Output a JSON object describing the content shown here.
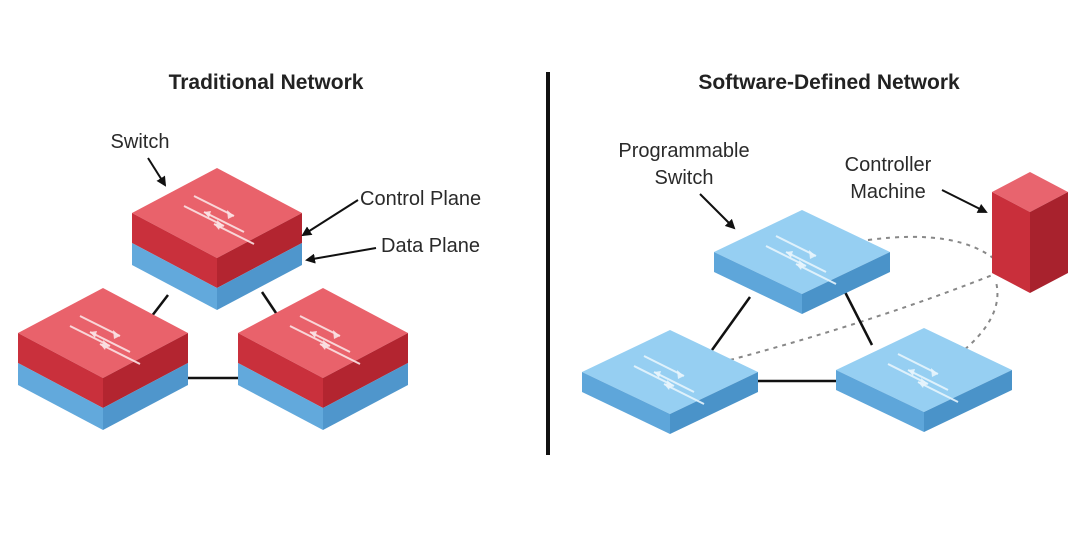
{
  "left_panel": {
    "title": "Traditional Network",
    "labels": {
      "switch": "Switch",
      "control_plane": "Control Plane",
      "data_plane": "Data Plane"
    }
  },
  "right_panel": {
    "title": "Software-Defined Network",
    "labels": {
      "programmable_line1": "Programmable",
      "programmable_line2": "Switch",
      "controller_line1": "Controller",
      "controller_line2": "Machine"
    }
  },
  "colors": {
    "control_plane_red": "#d23a45",
    "data_plane_blue": "#6fb4e3",
    "sdn_switch_blue": "#7cc0ea",
    "controller_red": "#cf2f3c"
  },
  "icons": {
    "switch_glyph": "arrows-icon",
    "controller": "server-box-icon"
  }
}
